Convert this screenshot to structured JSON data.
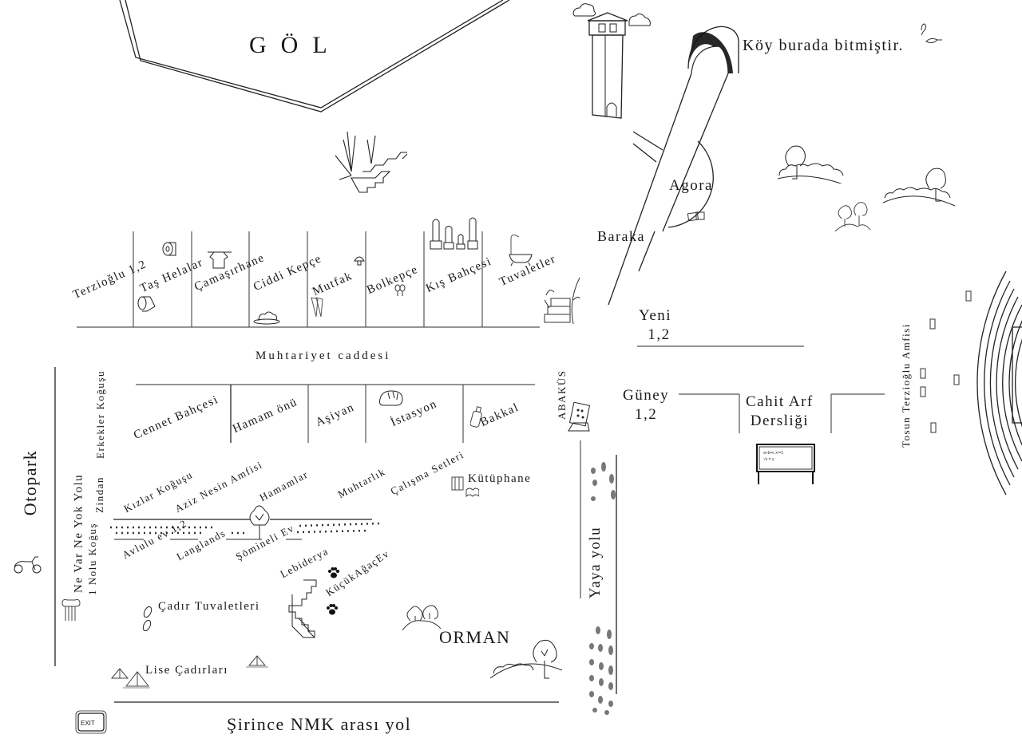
{
  "map": {
    "title_lake": "GÖL",
    "village_end": "Köy burada bitmiştir.",
    "street_main": "Muhtariyet caddesi",
    "top_row_buildings": [
      {
        "label": "Terzioğlu 1,2",
        "icon": "toilet-paper-icon"
      },
      {
        "label": "Taş Helalar",
        "icon": "toilet-paper-icon"
      },
      {
        "label": "Çamaşırhane",
        "icon": "laundry-shirt-icon"
      },
      {
        "label": "Ciddi Kepçe",
        "icon": "food-plate-icon"
      },
      {
        "label": "Mutfak",
        "icon": "carrot-icon"
      },
      {
        "label": "Bolkepçe",
        "icon": "spoon-icon"
      },
      {
        "label": "Kış Bahçesi",
        "icon": "cactus-icon"
      },
      {
        "label": "Tuvaletler",
        "icon": "bathtub-icon"
      }
    ],
    "middle_row_buildings": [
      {
        "label": "Cennet Bahçesi"
      },
      {
        "label": "Hamam önü"
      },
      {
        "label": "Aşiyan"
      },
      {
        "label": "İstasyon",
        "icon": "cat-icon"
      },
      {
        "label": "Bakkal",
        "icon": "bottle-icon"
      }
    ],
    "lower_area": {
      "kizlar_kogusu": "Kızlar Koğuşu",
      "aziz_nesin_amfisi": "Aziz Nesin Amfisi",
      "hamamlar": "Hamamlar",
      "muhtarlik": "Muhtarlık",
      "calisma_setleri": "Çalışma Setleri",
      "kutuphane": "Kütüphane",
      "avlulu_ev": "Avlulu ev 1,2",
      "langlands": "Langlands",
      "somineli_ev": "Şömineli Ev",
      "lebiderya": "Lebiderya",
      "kucuk_agac_ev": "KüçükAğaçEv",
      "cadir_tuvaletleri": "Çadır Tuvaletleri",
      "lise_cadirlari": "Lise Çadırları",
      "orman": "ORMAN"
    },
    "left_side": {
      "otopark": "Otopark",
      "ne_var_ne_yok_yolu": "Ne Var Ne Yok Yolu",
      "erkekler_kogusu": "Erkekler Koğuşu",
      "zindan": "Zindan",
      "bir_nolu_kogus": "1 Nolu Koğuş"
    },
    "bottom_road": "Şirince NMK arası yol",
    "exit_sign": "EXIT",
    "right_side": {
      "abakus": "ABAKÜS",
      "yaya_yolu": "Yaya yolu",
      "agora": "Agora",
      "baraka": "Baraka",
      "yeni": "Yeni 1,2",
      "yeni_line1": "Yeni",
      "yeni_line2": "1,2",
      "guney_line1": "Güney",
      "guney_line2": "1,2",
      "cahit_arf_line1": "Cahit Arf",
      "cahit_arf_line2": "Dersliği",
      "tosun_amfisi": "Tosun Terzioğlu Amfisi"
    }
  }
}
